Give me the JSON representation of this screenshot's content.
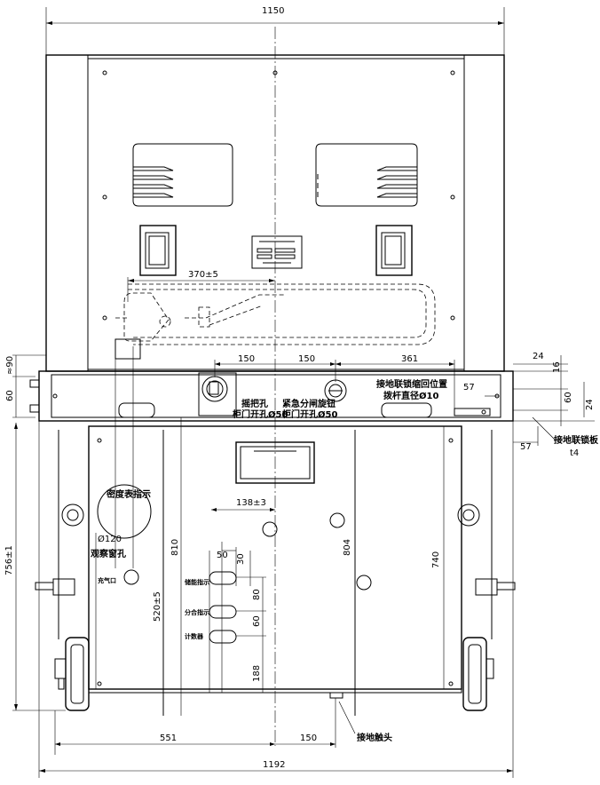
{
  "dimensions": {
    "top_width": "1150",
    "bottom_width": "1192",
    "dim_370": "370±5",
    "dim_150_a": "150",
    "dim_150_b": "150",
    "dim_361": "361",
    "dim_24_a": "24",
    "dim_16": "16",
    "dim_57_a": "57",
    "dim_60_right": "60",
    "dim_24_b": "24",
    "dim_57_b": "57",
    "dim_90": "≈90",
    "dim_60_left": "60",
    "dim_138": "138±3",
    "dim_50": "50",
    "dim_30": "30",
    "dim_80": "80",
    "dim_60_mid": "60",
    "dim_188": "188",
    "dim_810": "810",
    "dim_804": "804",
    "dim_740": "740",
    "dim_520": "520±5",
    "dim_756": "756±1",
    "dim_120": "Ø120",
    "dim_551": "551",
    "dim_150_bottom": "150"
  },
  "labels": {
    "crank_hole": "摇把孔",
    "crank_door_hole": "柜门开孔Ø50",
    "emergency_knob": "紧急分闸旋钮",
    "emergency_door_hole": "柜门开孔Ø50",
    "earth_interlock": "接地联锁缩回位置",
    "rod_diameter": "拨杆直径Ø10",
    "earth_plate": "接地联锁板",
    "plate_thickness": "t4",
    "energy_indicator": "密度表指示",
    "observation_window": "观察窗孔",
    "charge_port": "充气口",
    "store_indicator": "储能指示",
    "split_indicator": "分合指示",
    "counter": "计数器",
    "earth_contact": "接地触头"
  }
}
